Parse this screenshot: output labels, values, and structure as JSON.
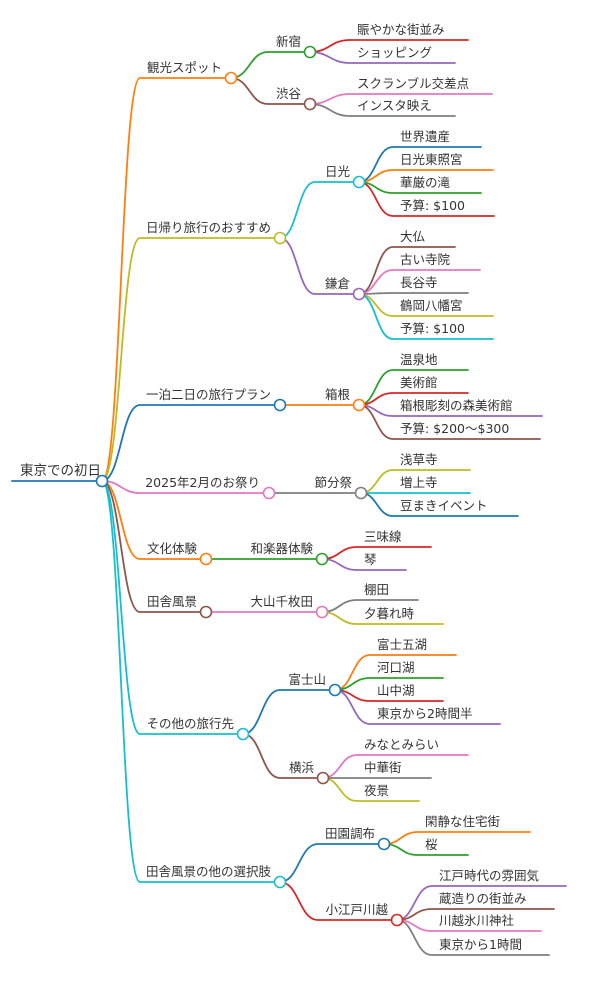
{
  "palette": {
    "blue": "#1f77b4",
    "orange": "#ff7f0e",
    "green": "#2ca02c",
    "red": "#d62728",
    "purple": "#9467bd",
    "brown": "#8c564b",
    "pink": "#e377c2",
    "gray": "#7f7f7f",
    "olive": "#bcbd22",
    "cyan": "#17becf",
    "text": "#333333"
  },
  "mindmap": {
    "root": {
      "label": "東京での初日",
      "color": "#1f77b4"
    },
    "branches": [
      {
        "label": "観光スポット",
        "color": "#ff7f0e",
        "children": [
          {
            "label": "新宿",
            "color": "#2ca02c",
            "children": [
              {
                "label": "賑やかな街並み",
                "color": "#d62728"
              },
              {
                "label": "ショッピング",
                "color": "#9467bd"
              }
            ]
          },
          {
            "label": "渋谷",
            "color": "#8c564b",
            "children": [
              {
                "label": "スクランブル交差点",
                "color": "#e377c2"
              },
              {
                "label": "インスタ映え",
                "color": "#7f7f7f"
              }
            ]
          }
        ]
      },
      {
        "label": "日帰り旅行のおすすめ",
        "color": "#bcbd22",
        "children": [
          {
            "label": "日光",
            "color": "#17becf",
            "children": [
              {
                "label": "世界遺産",
                "color": "#1f77b4"
              },
              {
                "label": "日光東照宮",
                "color": "#ff7f0e"
              },
              {
                "label": "華厳の滝",
                "color": "#2ca02c"
              },
              {
                "label": "予算: $100",
                "color": "#d62728"
              }
            ]
          },
          {
            "label": "鎌倉",
            "color": "#9467bd",
            "children": [
              {
                "label": "大仏",
                "color": "#8c564b"
              },
              {
                "label": "古い寺院",
                "color": "#e377c2"
              },
              {
                "label": "長谷寺",
                "color": "#7f7f7f"
              },
              {
                "label": "鶴岡八幡宮",
                "color": "#bcbd22"
              },
              {
                "label": "予算: $100",
                "color": "#17becf"
              }
            ]
          }
        ]
      },
      {
        "label": "一泊二日の旅行プラン",
        "color": "#1f77b4",
        "children": [
          {
            "label": "箱根",
            "color": "#ff7f0e",
            "children": [
              {
                "label": "温泉地",
                "color": "#2ca02c"
              },
              {
                "label": "美術館",
                "color": "#d62728"
              },
              {
                "label": "箱根彫刻の森美術館",
                "color": "#9467bd"
              },
              {
                "label": "予算: $200〜$300",
                "color": "#8c564b"
              }
            ]
          }
        ]
      },
      {
        "label": "2025年2月のお祭り",
        "color": "#e377c2",
        "children": [
          {
            "label": "節分祭",
            "color": "#7f7f7f",
            "children": [
              {
                "label": "浅草寺",
                "color": "#bcbd22"
              },
              {
                "label": "増上寺",
                "color": "#17becf"
              },
              {
                "label": "豆まきイベント",
                "color": "#1f77b4"
              }
            ]
          }
        ]
      },
      {
        "label": "文化体験",
        "color": "#ff7f0e",
        "children": [
          {
            "label": "和楽器体験",
            "color": "#2ca02c",
            "children": [
              {
                "label": "三味線",
                "color": "#d62728"
              },
              {
                "label": "琴",
                "color": "#9467bd"
              }
            ]
          }
        ]
      },
      {
        "label": "田舎風景",
        "color": "#8c564b",
        "children": [
          {
            "label": "大山千枚田",
            "color": "#e377c2",
            "children": [
              {
                "label": "棚田",
                "color": "#7f7f7f"
              },
              {
                "label": "夕暮れ時",
                "color": "#bcbd22"
              }
            ]
          }
        ]
      },
      {
        "label": "その他の旅行先",
        "color": "#17becf",
        "children": [
          {
            "label": "富士山",
            "color": "#1f77b4",
            "children": [
              {
                "label": "富士五湖",
                "color": "#ff7f0e"
              },
              {
                "label": "河口湖",
                "color": "#2ca02c"
              },
              {
                "label": "山中湖",
                "color": "#d62728"
              },
              {
                "label": "東京から2時間半",
                "color": "#9467bd"
              }
            ]
          },
          {
            "label": "横浜",
            "color": "#8c564b",
            "children": [
              {
                "label": "みなとみらい",
                "color": "#e377c2"
              },
              {
                "label": "中華街",
                "color": "#7f7f7f"
              },
              {
                "label": "夜景",
                "color": "#bcbd22"
              }
            ]
          }
        ]
      },
      {
        "label": "田舎風景の他の選択肢",
        "color": "#17becf",
        "children": [
          {
            "label": "田園調布",
            "color": "#1f77b4",
            "children": [
              {
                "label": "閑静な住宅街",
                "color": "#ff7f0e"
              },
              {
                "label": "桜",
                "color": "#2ca02c"
              }
            ]
          },
          {
            "label": "小江戸川越",
            "color": "#d62728",
            "children": [
              {
                "label": "江戸時代の雰囲気",
                "color": "#9467bd"
              },
              {
                "label": "蔵造りの街並み",
                "color": "#8c564b"
              },
              {
                "label": "川越氷川神社",
                "color": "#e377c2"
              },
              {
                "label": "東京から1時間",
                "color": "#7f7f7f"
              }
            ]
          }
        ]
      }
    ]
  }
}
